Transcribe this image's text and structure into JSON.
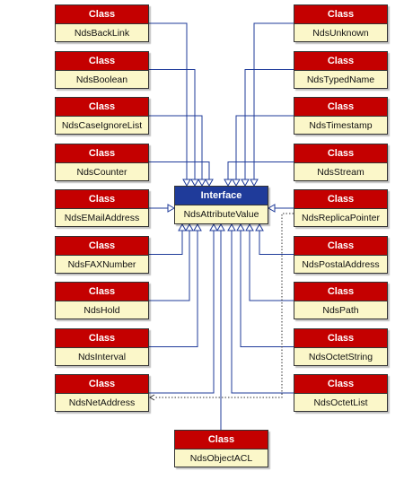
{
  "interface": {
    "stereotype": "Interface",
    "name": "NdsAttributeValue"
  },
  "class_stereotype": "Class",
  "classes": [
    "NdsBackLink",
    "NdsBoolean",
    "NdsCaseIgnoreList",
    "NdsCounter",
    "NdsEMailAddress",
    "NdsFAXNumber",
    "NdsHold",
    "NdsInterval",
    "NdsNetAddress",
    "NdsUnknown",
    "NdsTypedName",
    "NdsTimestamp",
    "NdsStream",
    "NdsReplicaPointer",
    "NdsPostalAddress",
    "NdsPath",
    "NdsOctetString",
    "NdsOctetList",
    "NdsObjectACL"
  ],
  "colors": {
    "class_header": "#c40000",
    "interface_header": "#1f3b9a",
    "body": "#fbf7c9",
    "realization_line": "#1f3b9a",
    "dependency_line": "#333333"
  }
}
